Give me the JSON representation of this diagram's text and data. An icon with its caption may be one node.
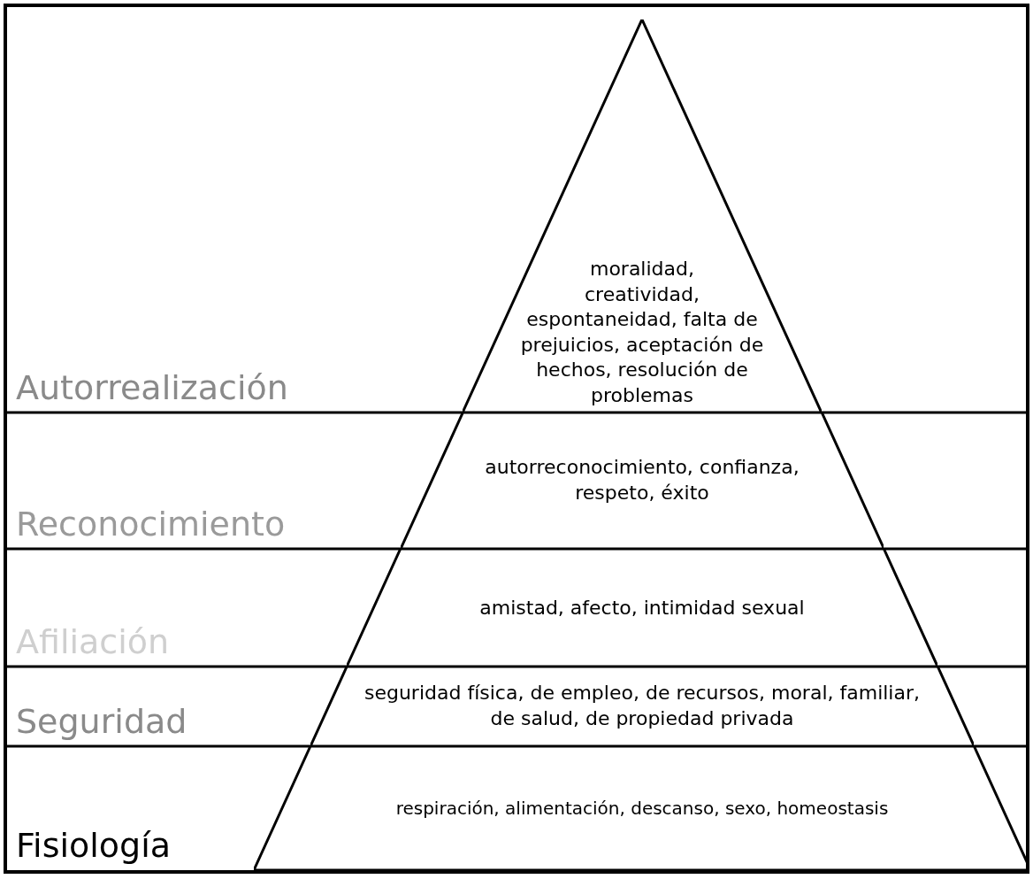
{
  "diagram": {
    "nodes": [
      {
        "text": [
          "moralidad, creatividad, espontaneidad, falta de prejuicios, aceptación de hechos, resolución de problemas"
        ]
      },
      {
        "text": [
          "autorreconocimiento, confianza, respeto, éxito"
        ]
      },
      {
        "text": [
          "amistad, afecto, intimidad sexual"
        ]
      },
      {
        "text": [
          "seguridad física, de empleo, de recursos, moral, familiar, de salud, de propiedad privada"
        ]
      },
      {
        "text": [
          "respiración, alimentación, descanso, sexo, homeostasis"
        ]
      }
    ],
    "labels": [
      "Autorrealización",
      "Reconocimiento",
      "Afiliación",
      "Seguridad",
      "Fisiología"
    ]
  }
}
